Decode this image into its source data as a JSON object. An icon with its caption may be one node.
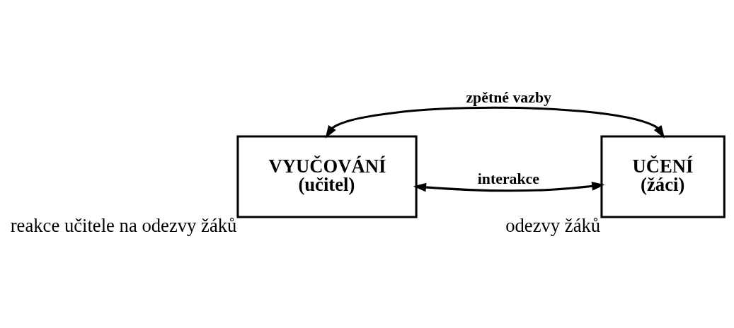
{
  "diagram": {
    "nodes": [
      {
        "text": [
          "VYUČOVÁNÍ",
          "(učitel)"
        ],
        "beside": [
          "reakce učitele na odezvy žáků"
        ]
      },
      {
        "text": [
          "UČENÍ",
          "(žáci)"
        ],
        "beside": [
          "odezvy žáků"
        ]
      }
    ],
    "edges": [
      {
        "from": 0,
        "to": 1,
        "arrow": "both",
        "label": "interakce"
      },
      {
        "from": 0,
        "to": 1,
        "arrow": "both",
        "label": "zpětné vazby"
      }
    ]
  }
}
